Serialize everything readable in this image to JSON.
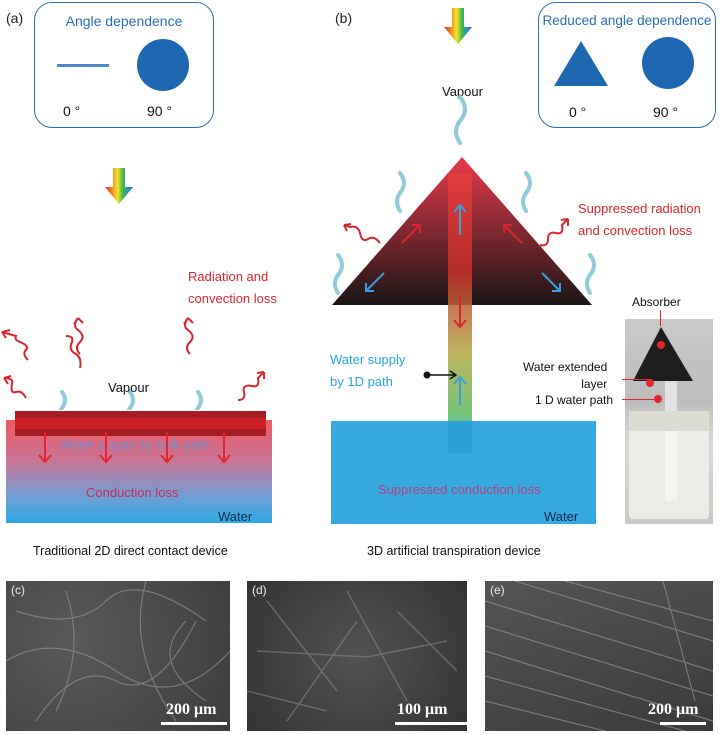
{
  "panels": {
    "a": {
      "label": "(a)",
      "inset": {
        "title": "Angle dependence",
        "angles": [
          "0 °",
          "90 °"
        ],
        "shapes": [
          "line",
          "circle"
        ]
      },
      "annotations": {
        "radiation": [
          "Radiation and",
          "convection loss"
        ],
        "vapour": "Vapour",
        "water_supply": "Water supply by bulk  path",
        "conduction": "Conduction loss",
        "water": "Water"
      },
      "caption": "Traditional 2D direct contact device"
    },
    "b": {
      "label": "(b)",
      "inset": {
        "title": "Reduced angle dependence",
        "angles": [
          "0 °",
          "90 °"
        ],
        "shapes": [
          "triangle",
          "circle"
        ]
      },
      "annotations": {
        "vapour": "Vapour",
        "radiation": [
          "Suppressed radiation",
          "and convection loss"
        ],
        "water_supply": [
          "Water supply",
          "by 1D path"
        ],
        "conduction": "Suppressed conduction loss",
        "water": "Water"
      },
      "photo_labels": {
        "absorber": "Absorber",
        "extended_layer": [
          "Water extended",
          "layer"
        ],
        "water_path": "1 D water path"
      },
      "caption": "3D artificial transpiration device"
    },
    "c": {
      "label": "(c)",
      "scale": "200 μm"
    },
    "d": {
      "label": "(d)",
      "scale": "100 μm"
    },
    "e": {
      "label": "(e)",
      "scale": "200 μm"
    }
  },
  "colors": {
    "inset_blue": "#2a6db5",
    "shape_blue": "#1f67b1",
    "loss_red": "#d8262c",
    "vapour_cyan": "#8fcbd8",
    "water_blue": "#35a9e0",
    "absorber_dark_red": "#a51d22"
  }
}
